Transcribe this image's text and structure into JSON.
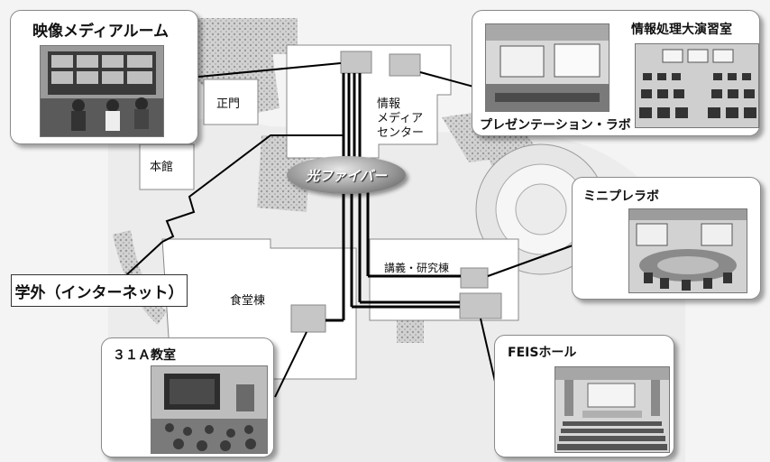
{
  "labels": {
    "eizo_room": "映像メディアルーム",
    "seimon": "正門",
    "honkan": "本館",
    "johoshori_room": "情報処理大演習室",
    "presentation_lab": "プレゼンテーション・ラボ",
    "info_center": [
      "情報",
      "メディア",
      "センター"
    ],
    "fiber": "光ファイバー",
    "mini_lab": "ミニプレラボ",
    "internet": "学外（インターネット）",
    "shokudo": "食堂棟",
    "kogi": "講義・研究棟",
    "room_31a": "３１Ａ教室",
    "feis_hall": "FEISホール"
  },
  "colors": {
    "fiber_oval": "#8a8a8a",
    "node_box": "#c6c6c6",
    "green_area": "#c8c8c8",
    "line": "#000000"
  }
}
